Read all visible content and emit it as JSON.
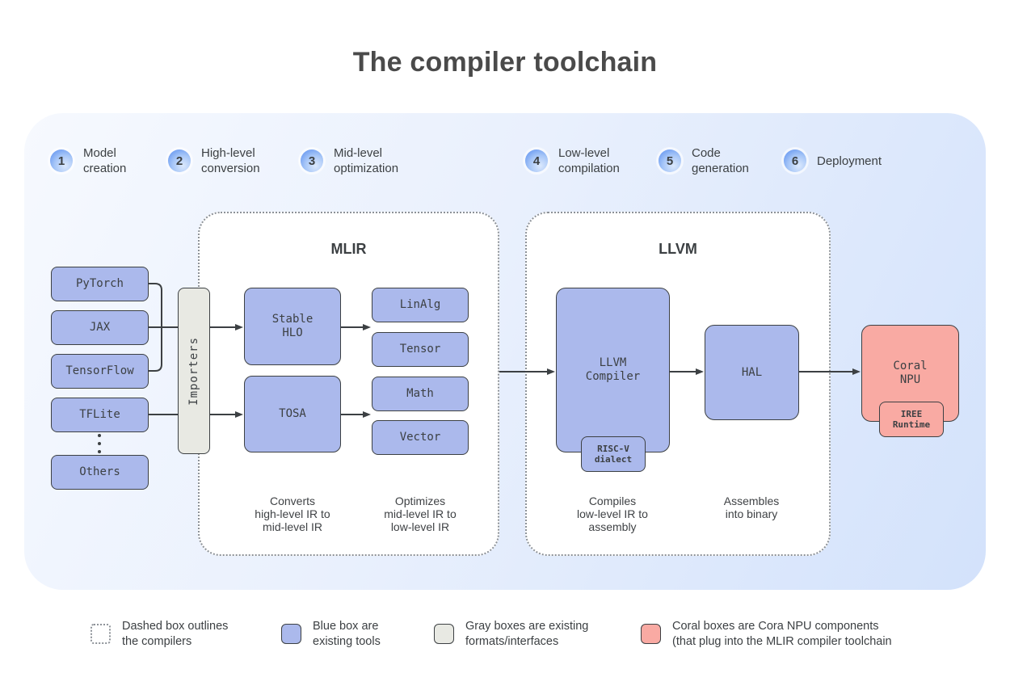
{
  "title": "The compiler toolchain",
  "steps": [
    {
      "num": "1",
      "label": "Model\ncreation"
    },
    {
      "num": "2",
      "label": "High-level\nconversion"
    },
    {
      "num": "3",
      "label": "Mid-level\noptimization"
    },
    {
      "num": "4",
      "label": "Low-level\ncompilation"
    },
    {
      "num": "5",
      "label": "Code\ngeneration"
    },
    {
      "num": "6",
      "label": "Deployment"
    }
  ],
  "pipeline": {
    "sources": [
      "PyTorch",
      "JAX",
      "TensorFlow",
      "TFLite"
    ],
    "others": "Others",
    "importers": "Importers",
    "mlir": {
      "title": "MLIR",
      "stable_hlo": "Stable\nHLO",
      "tosa": "TOSA",
      "dialects": [
        "LinAlg",
        "Tensor",
        "Math",
        "Vector"
      ],
      "caption_left": "Converts\nhigh-level IR to\nmid-level IR",
      "caption_right": "Optimizes\nmid-level IR to\nlow-level IR"
    },
    "llvm": {
      "title": "LLVM",
      "compiler": "LLVM\nCompiler",
      "riscv_dialect": "RISC-V\ndialect",
      "hal": "HAL",
      "caption_left": "Compiles\nlow-level IR to\nassembly",
      "caption_right": "Assembles\ninto binary"
    },
    "coral": {
      "npu": "Coral\nNPU",
      "iree_runtime": "IREE\nRuntime"
    }
  },
  "legend": [
    {
      "swatch": "dashed",
      "label": "Dashed box outlines\nthe compilers"
    },
    {
      "swatch": "blue",
      "label": "Blue box are\nexisting tools"
    },
    {
      "swatch": "gray",
      "label": "Gray boxes are existing\nformats/interfaces"
    },
    {
      "swatch": "coral",
      "label": "Coral boxes are Cora NPU components\n(that plug into the MLIR compiler toolchain"
    }
  ],
  "colors": {
    "blue_box": "#abb9ec",
    "gray_box": "#e8e9e3",
    "coral_box": "#f9aaa3",
    "outline": "#3c4043",
    "step_circle_edge": "#5389ef",
    "panel_gradient_start": "#f6f9fe",
    "panel_gradient_end": "#d3e2fb"
  }
}
